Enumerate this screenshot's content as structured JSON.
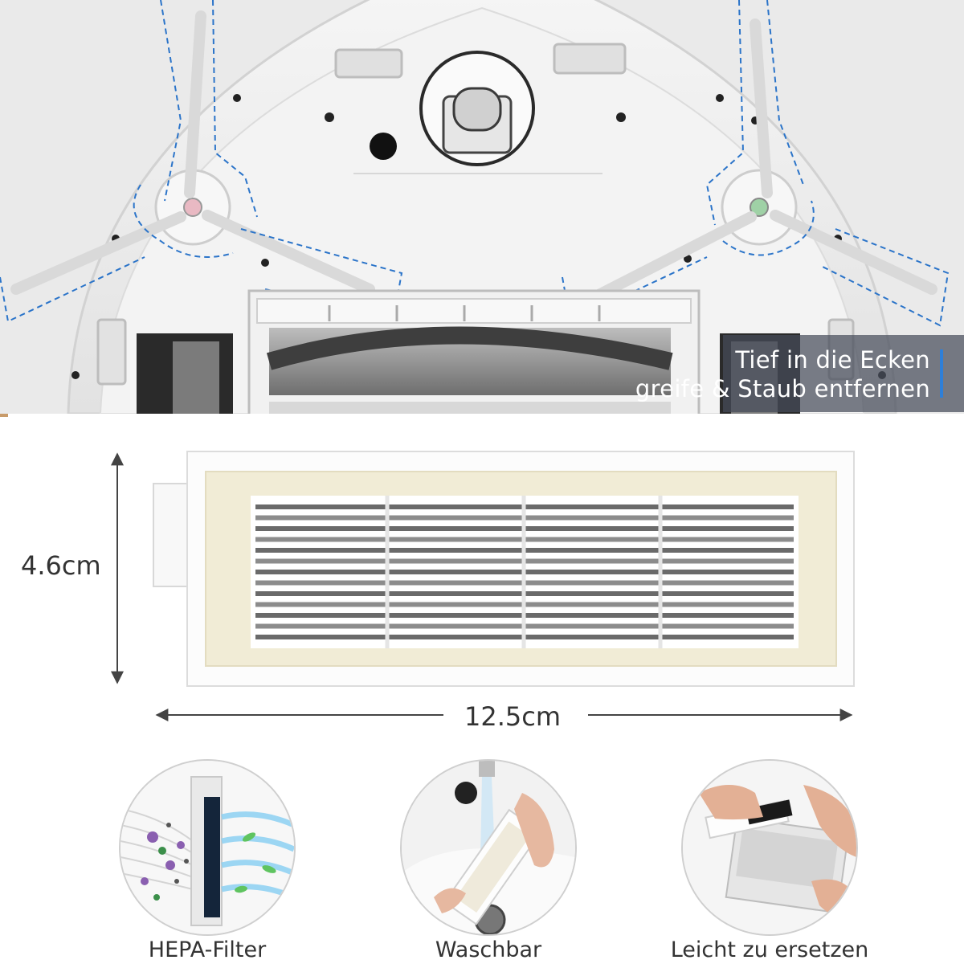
{
  "banner": {
    "line1": "Tief in die Ecken",
    "line2": "greife & Staub entfernen",
    "accent_color": "#2e7fd8"
  },
  "dimensions": {
    "height": "4.6cm",
    "width": "12.5cm"
  },
  "features": [
    {
      "label": "HEPA-Filter",
      "icon": "hepa-filter-airflow-icon"
    },
    {
      "label": "Waschbar",
      "icon": "washable-under-tap-icon"
    },
    {
      "label": "Leicht zu ersetzen",
      "icon": "easy-replace-hands-icon"
    }
  ]
}
